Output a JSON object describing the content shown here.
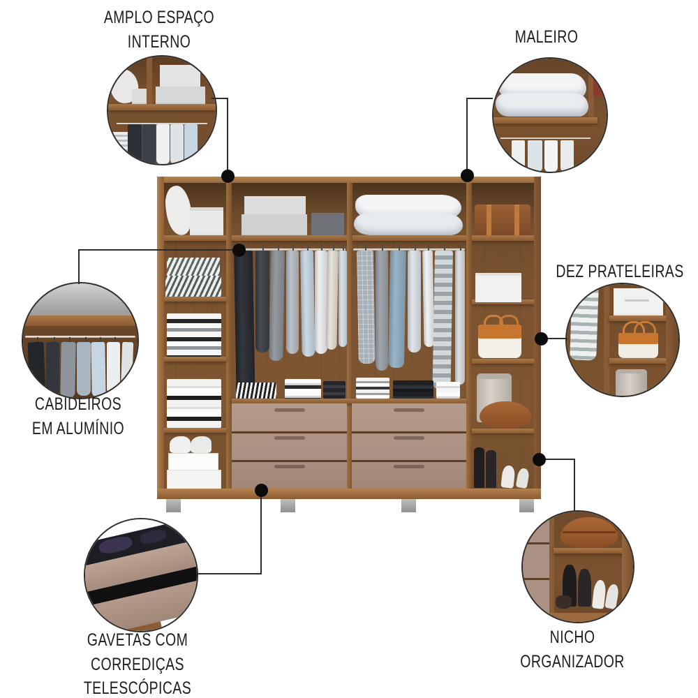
{
  "callouts": {
    "amplo_espaco": {
      "label": "AMPLO ESPAÇO\nINTERNO"
    },
    "maleiro": {
      "label": "MALEIRO"
    },
    "cabideiros": {
      "label": "CABIDEIROS\nEM ALUMÍNIO"
    },
    "dez_prateleiras": {
      "label": "DEZ PRATELEIRAS"
    },
    "gavetas": {
      "label": "GAVETAS COM\nCORREDIÇAS\nTELESCÓPICAS"
    },
    "nicho": {
      "label": "NICHO\nORGANIZADOR"
    }
  },
  "colors": {
    "wood_frame": "#a87a4c",
    "wood_mid": "#96673c",
    "wood_shelf": "#9c6b3f",
    "wood_interior": "#7b5330",
    "wood_interior_dark": "#5d3e23",
    "drawer_front": "#ab9183",
    "drawer_gap": "#5d3f26",
    "label_text": "#1d1d1b",
    "connector": "#2f2d2b",
    "dot": "#0b0b0b",
    "feet_gray": "#a5a8a7",
    "rod_aluminum": "#d6d2c9"
  }
}
